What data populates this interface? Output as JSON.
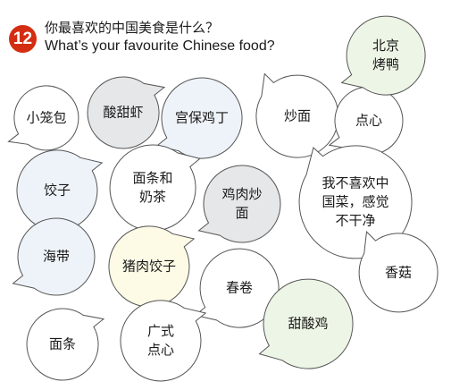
{
  "header": {
    "number": "12",
    "question_zh": "你最喜欢的中国美食是什么？",
    "question_en": "What’s your favourite Chinese food?"
  },
  "colors": {
    "badge": "#d42e12",
    "bubble_white": "#ffffff",
    "bubble_grey": "#e6e7e8",
    "bubble_green": "#edf6e6",
    "bubble_yellow": "#fdfae6",
    "bubble_blue": "#eef3f9",
    "border": "#555555"
  },
  "bubbles": [
    {
      "id": "xiaolongbao",
      "lines": [
        "小笼包"
      ],
      "fill": "bubble_white"
    },
    {
      "id": "suantianxia",
      "lines": [
        "酸甜虾"
      ],
      "fill": "bubble_grey"
    },
    {
      "id": "gongbaojiding",
      "lines": [
        "宫保鸡丁"
      ],
      "fill": "bubble_blue"
    },
    {
      "id": "chaomian",
      "lines": [
        "炒面"
      ],
      "fill": "bubble_white"
    },
    {
      "id": "dianxin",
      "lines": [
        "点心"
      ],
      "fill": "bubble_white"
    },
    {
      "id": "beijingkaoya",
      "lines": [
        "北京",
        "烤鸭"
      ],
      "fill": "bubble_green"
    },
    {
      "id": "jiaozi",
      "lines": [
        "饺子"
      ],
      "fill": "bubble_blue"
    },
    {
      "id": "miantiaohenaicha",
      "lines": [
        "面条和",
        "奶茶"
      ],
      "fill": "bubble_white"
    },
    {
      "id": "jirouchaomian",
      "lines": [
        "鸡肉炒",
        "面"
      ],
      "fill": "bubble_grey"
    },
    {
      "id": "buxihuan",
      "lines": [
        "我不喜欢中",
        "国菜，感觉",
        "不干净"
      ],
      "fill": "bubble_white"
    },
    {
      "id": "haidai",
      "lines": [
        "海带"
      ],
      "fill": "bubble_blue"
    },
    {
      "id": "zhuroujiaozi",
      "lines": [
        "猪肉饺子"
      ],
      "fill": "bubble_yellow"
    },
    {
      "id": "chunjuan",
      "lines": [
        "春卷"
      ],
      "fill": "bubble_white"
    },
    {
      "id": "xianggu",
      "lines": [
        "香菇"
      ],
      "fill": "bubble_white"
    },
    {
      "id": "miantiao",
      "lines": [
        "面条"
      ],
      "fill": "bubble_white"
    },
    {
      "id": "guangshidianxin",
      "lines": [
        "广式",
        "点心"
      ],
      "fill": "bubble_white"
    },
    {
      "id": "tiansuanji",
      "lines": [
        "甜酸鸡"
      ],
      "fill": "bubble_green"
    }
  ]
}
